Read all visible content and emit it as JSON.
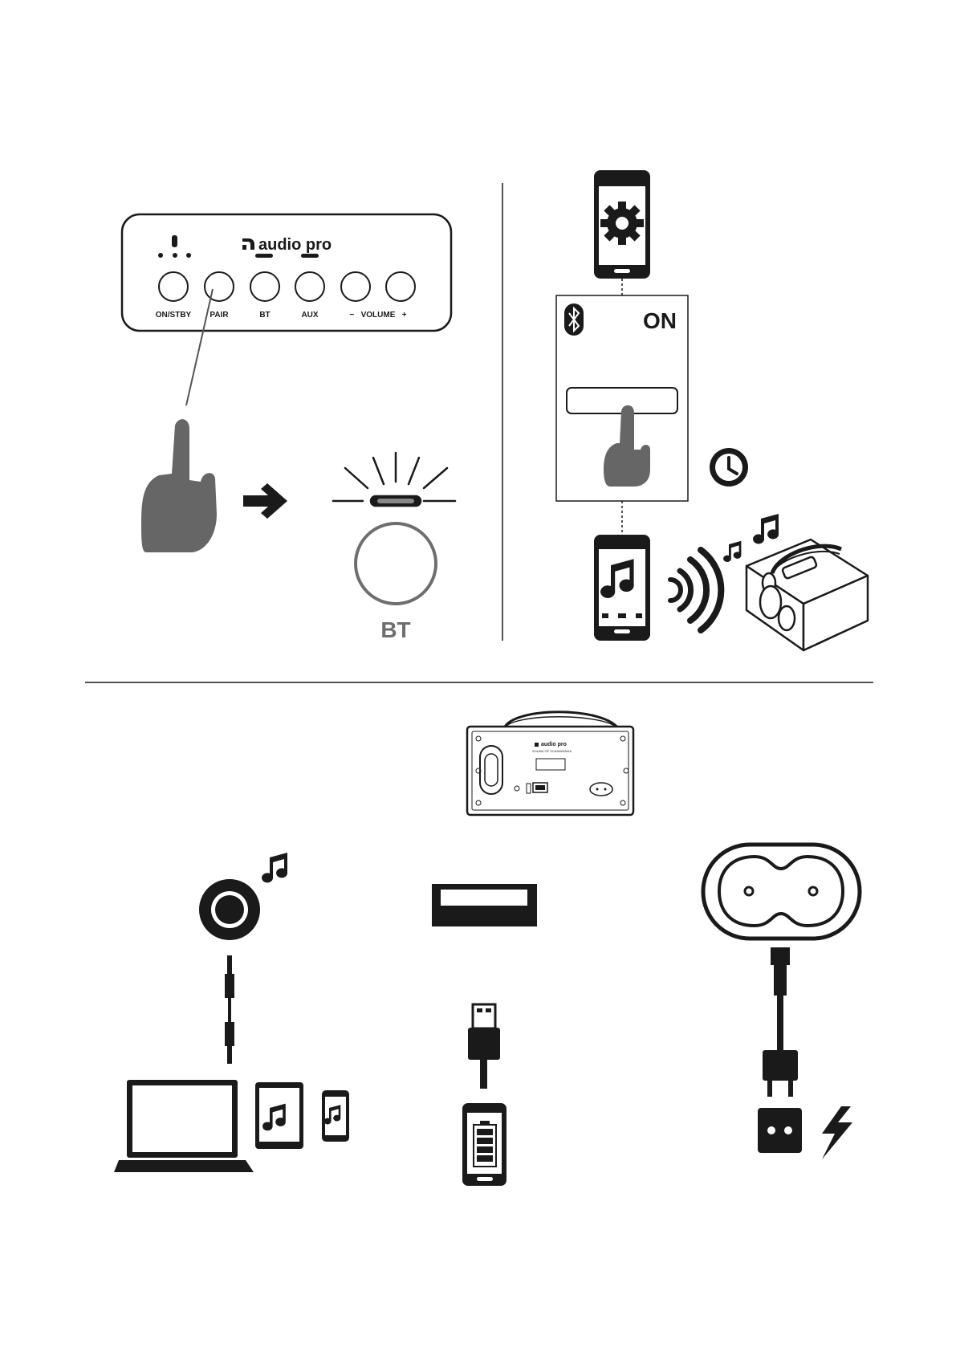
{
  "panel": {
    "brand": "audio pro",
    "buttons": [
      "ON/STBY",
      "PAIR",
      "BT",
      "AUX",
      "−   VOLUME   +"
    ]
  },
  "pairing": {
    "bt_label": "BT"
  },
  "phone_settings": {
    "bt_state": "ON"
  },
  "rear": {
    "brand": "audio pro",
    "tagline": "SOUND OF SCANDINAVIA"
  },
  "icons": [
    "hand-icon",
    "arrow-right-icon",
    "gear-icon",
    "bluetooth-icon",
    "clock-icon",
    "music-note-icon",
    "wireless-waves-icon",
    "speaker-icon",
    "aux-jack-icon",
    "usb-port-icon",
    "power-socket-icon",
    "laptop-icon",
    "tablet-icon",
    "phone-icon",
    "battery-icon",
    "lightning-icon"
  ],
  "colors": {
    "ink": "#1a1a1a",
    "hand": "#666666",
    "ring": "#6e6e6e"
  }
}
